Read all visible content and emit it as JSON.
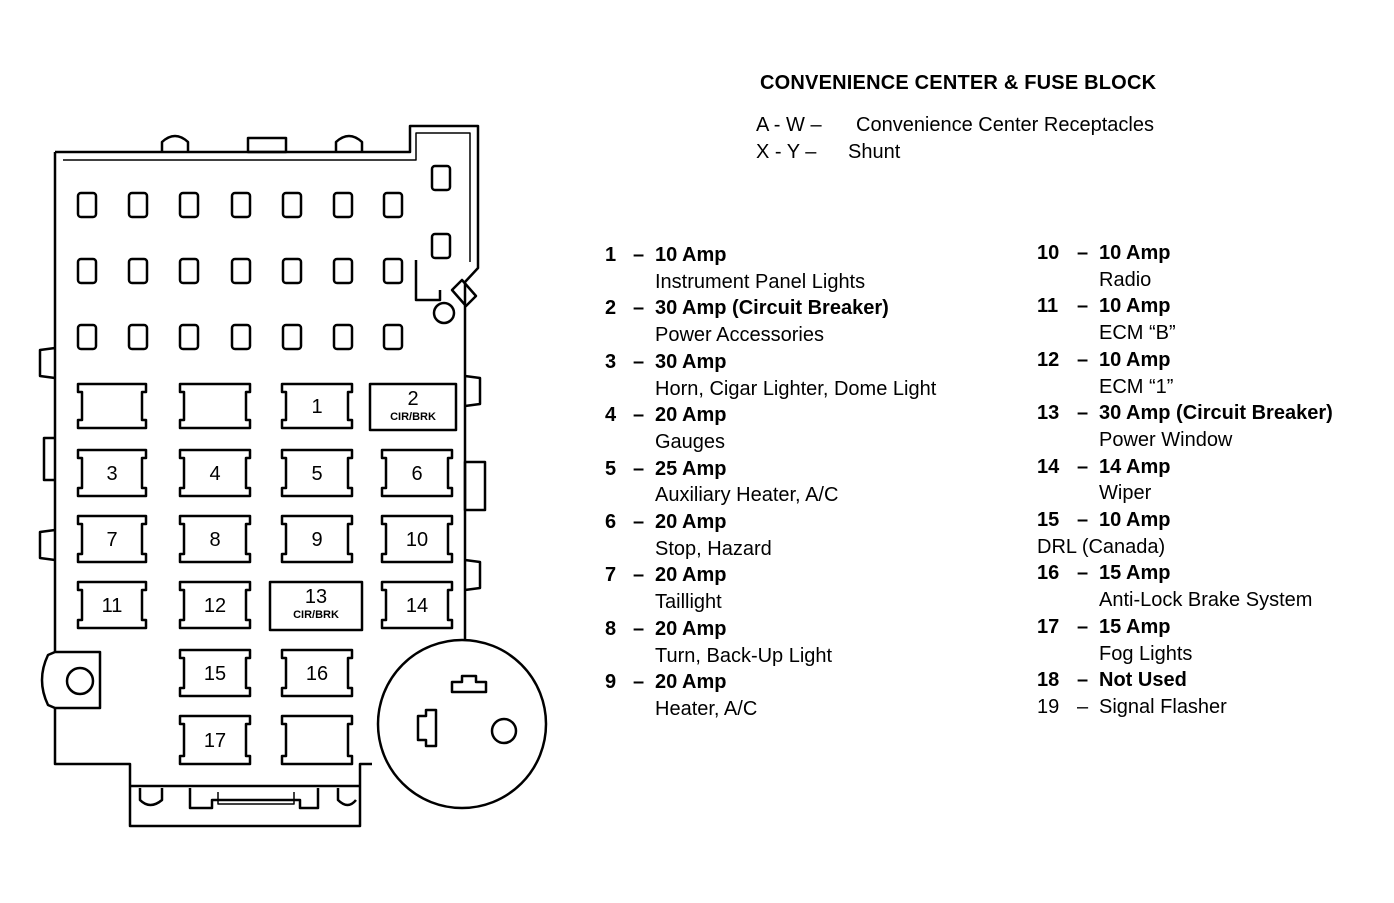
{
  "title": "CONVENIENCE CENTER & FUSE BLOCK",
  "legend": [
    {
      "code": "A - W  –",
      "text": "Convenience Center Receptacles"
    },
    {
      "code": "X - Y  –",
      "text": "Shunt"
    }
  ],
  "diagram": {
    "fuse_labels": [
      "1",
      "2",
      "3",
      "4",
      "5",
      "6",
      "7",
      "8",
      "9",
      "10",
      "11",
      "12",
      "13",
      "14",
      "15",
      "16",
      "17"
    ],
    "breaker_label": "CIR/BRK"
  },
  "fuses_left": [
    {
      "num": "1",
      "amp": "10 Amp",
      "desc": "Instrument Panel Lights"
    },
    {
      "num": "2",
      "amp": "30 Amp (Circuit Breaker)",
      "desc": "Power Accessories"
    },
    {
      "num": "3",
      "amp": "30 Amp",
      "desc": "Horn, Cigar Lighter, Dome Light"
    },
    {
      "num": "4",
      "amp": "20 Amp",
      "desc": "Gauges"
    },
    {
      "num": "5",
      "amp": "25 Amp",
      "desc": "Auxiliary Heater, A/C"
    },
    {
      "num": "6",
      "amp": "20 Amp",
      "desc": "Stop, Hazard"
    },
    {
      "num": "7",
      "amp": "20 Amp",
      "desc": "Taillight"
    },
    {
      "num": "8",
      "amp": "20 Amp",
      "desc": "Turn, Back-Up Light"
    },
    {
      "num": "9",
      "amp": "20 Amp",
      "desc": "Heater, A/C"
    }
  ],
  "fuses_right": [
    {
      "num": "10",
      "amp": "10 Amp",
      "desc": "Radio"
    },
    {
      "num": "11",
      "amp": "10 Amp",
      "desc": "ECM “B”"
    },
    {
      "num": "12",
      "amp": "10 Amp",
      "desc": "ECM “1”"
    },
    {
      "num": "13",
      "amp": "30 Amp (Circuit Breaker)",
      "desc": "Power Window"
    },
    {
      "num": "14",
      "amp": "14 Amp",
      "desc": "Wiper"
    },
    {
      "num": "15",
      "amp": "10 Amp",
      "desc": "DRL (Canada)"
    },
    {
      "num": "16",
      "amp": "15 Amp",
      "desc": "Anti-Lock Brake System"
    },
    {
      "num": "17",
      "amp": "15 Amp",
      "desc": "Fog Lights"
    },
    {
      "num": "18",
      "amp": "Not Used",
      "desc": ""
    },
    {
      "num": "19",
      "amp": "Signal Flasher",
      "desc": ""
    }
  ],
  "colors": {
    "ink": "#000000",
    "paper": "#ffffff"
  }
}
